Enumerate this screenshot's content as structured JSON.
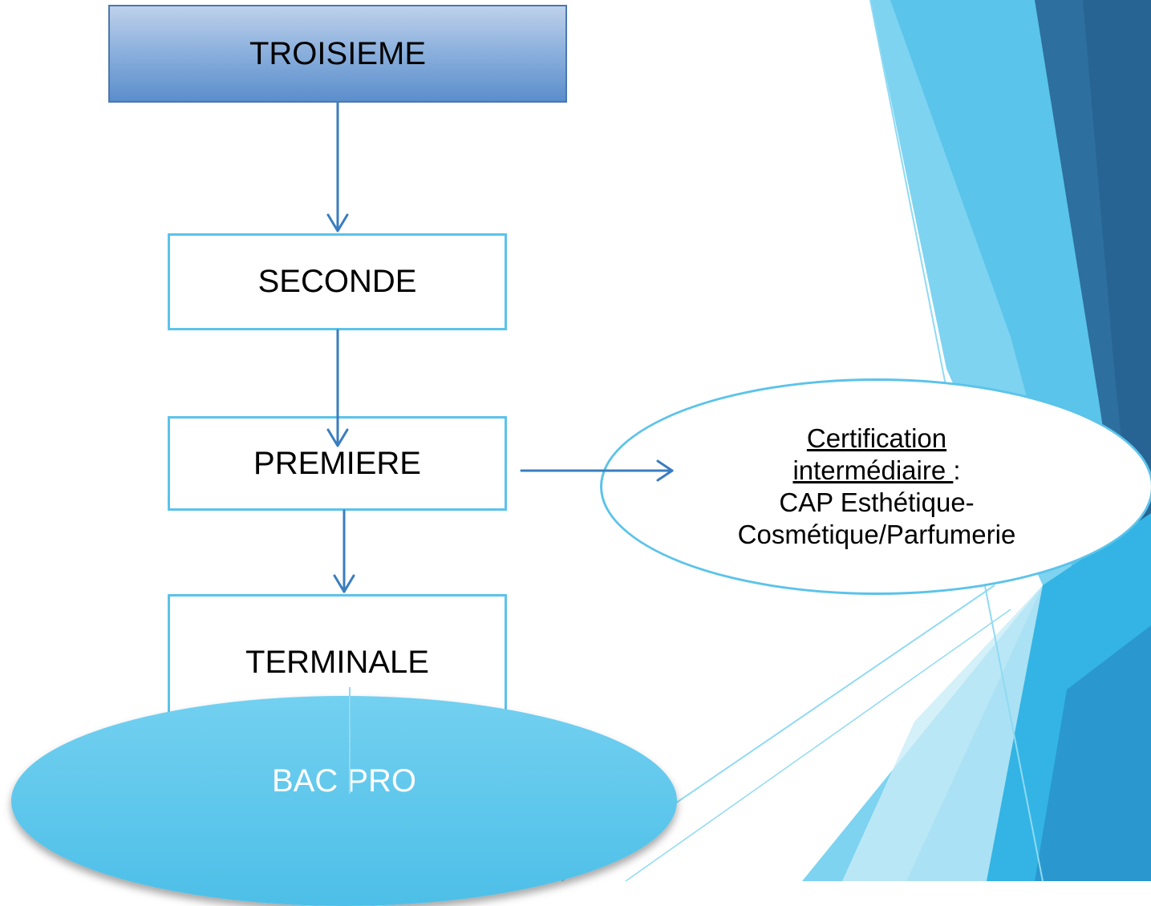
{
  "nodes": {
    "troisieme": "TROISIEME",
    "seconde": "SECONDE",
    "premiere": "PREMIERE",
    "terminale": "TERMINALE",
    "bac_pro": "BAC PRO",
    "certification": {
      "line1": "Certification",
      "line2_underlined": "intermédiaire ",
      "line2_suffix": ":",
      "line3": "CAP Esthétique-",
      "line4": "Cosmétique/Parfumerie"
    }
  },
  "edges": [
    {
      "from": "troisieme",
      "to": "seconde"
    },
    {
      "from": "seconde",
      "to": "premiere"
    },
    {
      "from": "premiere",
      "to": "terminale"
    },
    {
      "from": "premiere",
      "to": "certification"
    }
  ],
  "colors": {
    "arrow": "#3a7dbf",
    "box_border": "#5bc3ea",
    "bac_fill": "#4dbfe8",
    "theme_dark": "#2a6d9c",
    "theme_light": "#5fc9ee"
  }
}
